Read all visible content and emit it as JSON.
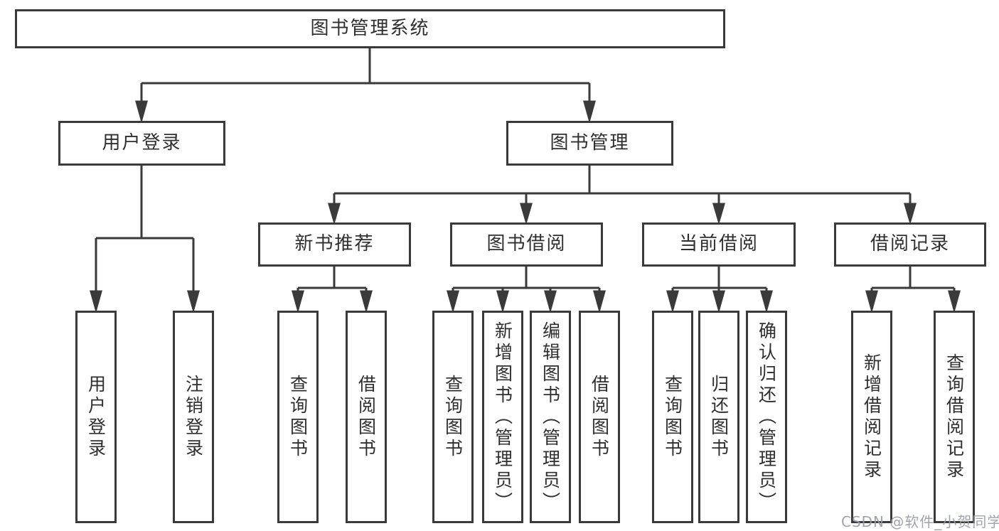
{
  "diagram_type": "tree",
  "colors": {
    "line": "#3a3a3a",
    "box_border": "#3a3a3a",
    "box_fill": "#ffffff",
    "text": "#2f2f2f",
    "watermark": "#989ca5"
  },
  "tree": {
    "label": "图书管理系统",
    "children": [
      {
        "label": "用户登录",
        "children": [
          {
            "label": "用户登录"
          },
          {
            "label": "注销登录"
          }
        ]
      },
      {
        "label": "图书管理",
        "children": [
          {
            "label": "新书推荐",
            "children": [
              {
                "label": "查询图书"
              },
              {
                "label": "借阅图书"
              }
            ]
          },
          {
            "label": "图书借阅",
            "children": [
              {
                "label": "查询图书"
              },
              {
                "label": "新增图书（管理员）"
              },
              {
                "label": "编辑图书（管理员）"
              },
              {
                "label": "借阅图书"
              }
            ]
          },
          {
            "label": "当前借阅",
            "children": [
              {
                "label": "查询图书"
              },
              {
                "label": "归还图书"
              },
              {
                "label": "确认归还（管理员）"
              }
            ]
          },
          {
            "label": "借阅记录",
            "children": [
              {
                "label": "新增借阅记录"
              },
              {
                "label": "查询借阅记录"
              }
            ]
          }
        ]
      }
    ]
  },
  "watermark": "CSDN @软件_小贺同学"
}
